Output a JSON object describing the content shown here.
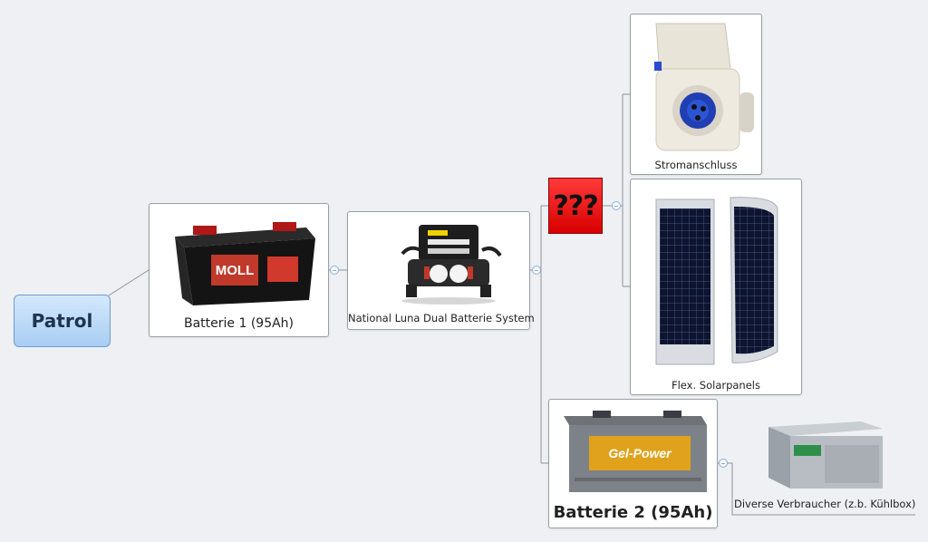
{
  "map": {
    "root": {
      "label": "Patrol"
    },
    "nodes": {
      "batterie1": {
        "label": "Batterie 1 (95Ah)",
        "brand_text": "MOLL"
      },
      "luna": {
        "label": "National Luna Dual Batterie System"
      },
      "unknown": {
        "label": "???"
      },
      "strom": {
        "label": "Stromanschluss"
      },
      "solar": {
        "label": "Flex. Solarpanels"
      },
      "batterie2": {
        "label": "Batterie 2 (95Ah)",
        "brand_text": "Gel-Power"
      },
      "verbraucher": {
        "label": "Diverse Verbraucher (z.b. Kühlbox)"
      }
    }
  },
  "colors": {
    "background": "#eef0f4",
    "root_fill": "#b9d7f6",
    "connector": "#8e939b",
    "alert": "#e00000"
  }
}
